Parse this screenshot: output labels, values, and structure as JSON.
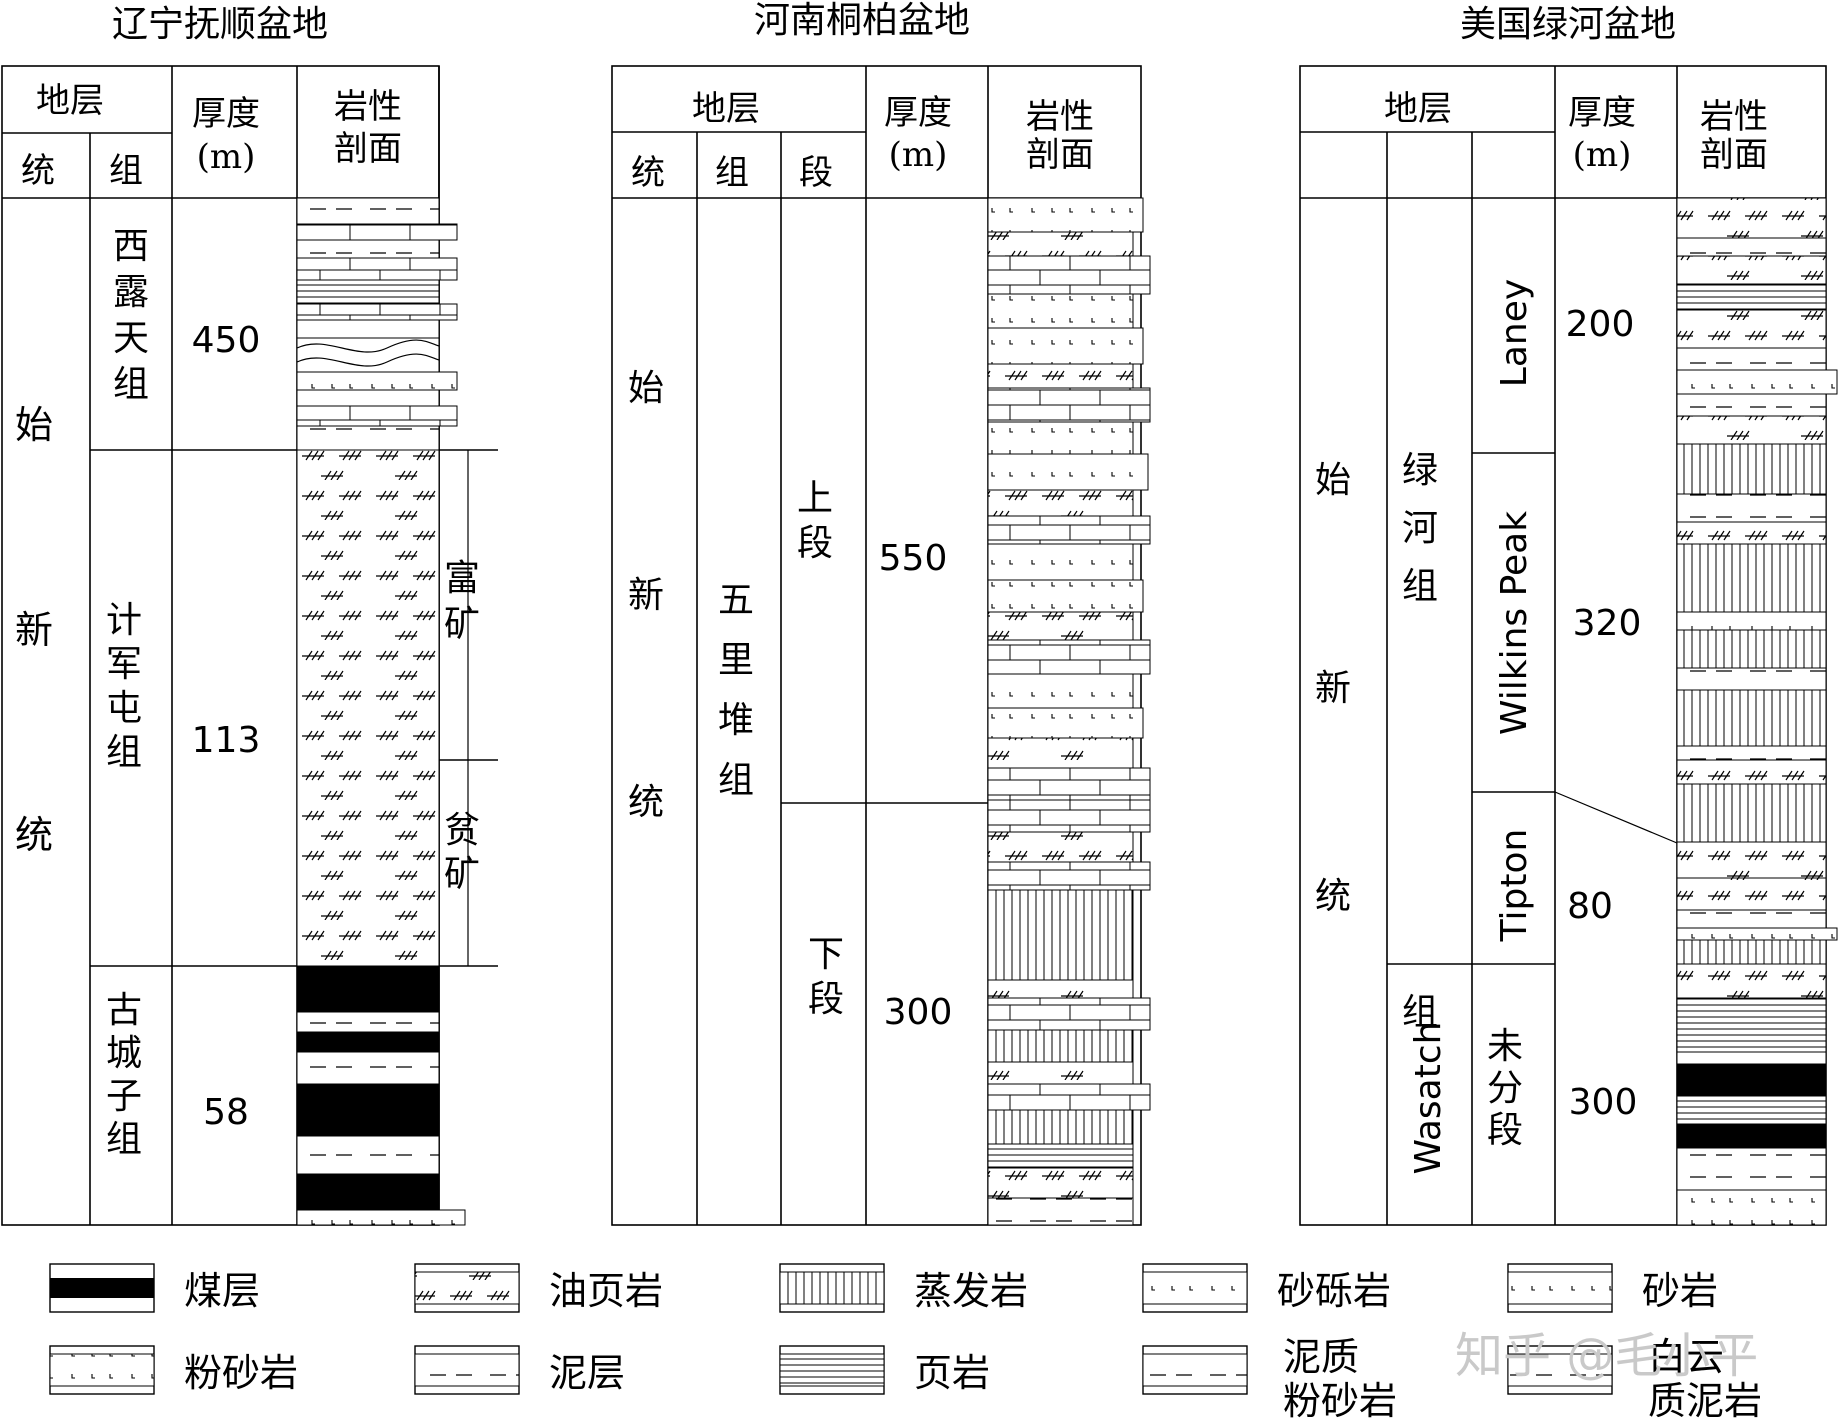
{
  "columns": [
    {
      "title": "辽宁抚顺盆地",
      "header": {
        "stratum": "地层",
        "series": "统",
        "formation": "组",
        "thickness_1": "厚度",
        "thickness_2": "(m)",
        "litho_1": "岩性",
        "litho_2": "剖面"
      },
      "series": "始新统",
      "formations": [
        {
          "name": "西露天组",
          "thickness": "450"
        },
        {
          "name": "计军屯组",
          "thickness": "113"
        },
        {
          "name": "古城子组",
          "thickness": "58"
        }
      ],
      "grades": [
        "富矿",
        "贫矿"
      ]
    },
    {
      "title": "河南桐柏盆地",
      "header": {
        "stratum": "地层",
        "series": "统",
        "formation": "组",
        "member": "段",
        "thickness_1": "厚度",
        "thickness_2": "(m)",
        "litho_1": "岩性",
        "litho_2": "剖面"
      },
      "series": "始新统",
      "formation": "五里堆组",
      "members": [
        {
          "name": "上段",
          "thickness": "550"
        },
        {
          "name": "下段",
          "thickness": "300"
        }
      ]
    },
    {
      "title": "美国绿河盆地",
      "header": {
        "stratum": "地层",
        "thickness_1": "厚度",
        "thickness_2": "(m)",
        "litho_1": "岩性",
        "litho_2": "剖面"
      },
      "series": "始新统",
      "formations": [
        {
          "name": "绿河组",
          "members": [
            {
              "name": "Laney",
              "thickness": "200"
            },
            {
              "name": "Wilkins Peak",
              "thickness": "320"
            },
            {
              "name": "Tipton",
              "thickness": "80"
            }
          ]
        },
        {
          "name": "Wasatch组",
          "members": [
            {
              "name": "未分段",
              "thickness": "300"
            }
          ]
        }
      ]
    }
  ],
  "legend": [
    {
      "label": "煤层",
      "pattern": "coal"
    },
    {
      "label": "油页岩",
      "pattern": "oilshale"
    },
    {
      "label": "蒸发岩",
      "pattern": "evaporite"
    },
    {
      "label": "砂砾岩",
      "pattern": "conglomerate"
    },
    {
      "label": "砂岩",
      "pattern": "sandstone"
    },
    {
      "label": "粉砂岩",
      "pattern": "siltstone"
    },
    {
      "label": "泥层",
      "pattern": "mudstone"
    },
    {
      "label": "页岩",
      "pattern": "shale"
    },
    {
      "label": "泥质粉砂岩",
      "pattern": "muddysilt"
    },
    {
      "label": "白云质泥岩",
      "pattern": "dolomud"
    }
  ],
  "watermark": "知乎 @毛小平"
}
